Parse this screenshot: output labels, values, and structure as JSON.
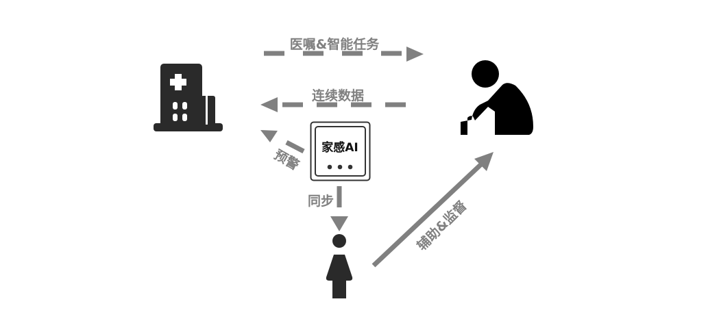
{
  "labels": {
    "orders": "医嘱&智能任务",
    "data": "连续数据",
    "warning": "预警",
    "sync": "同步",
    "assist": "辅助&监督",
    "device": "家感AI"
  },
  "colors": {
    "arrow": "#808080",
    "icon": "#2a2a2a",
    "elder": "#000000"
  }
}
